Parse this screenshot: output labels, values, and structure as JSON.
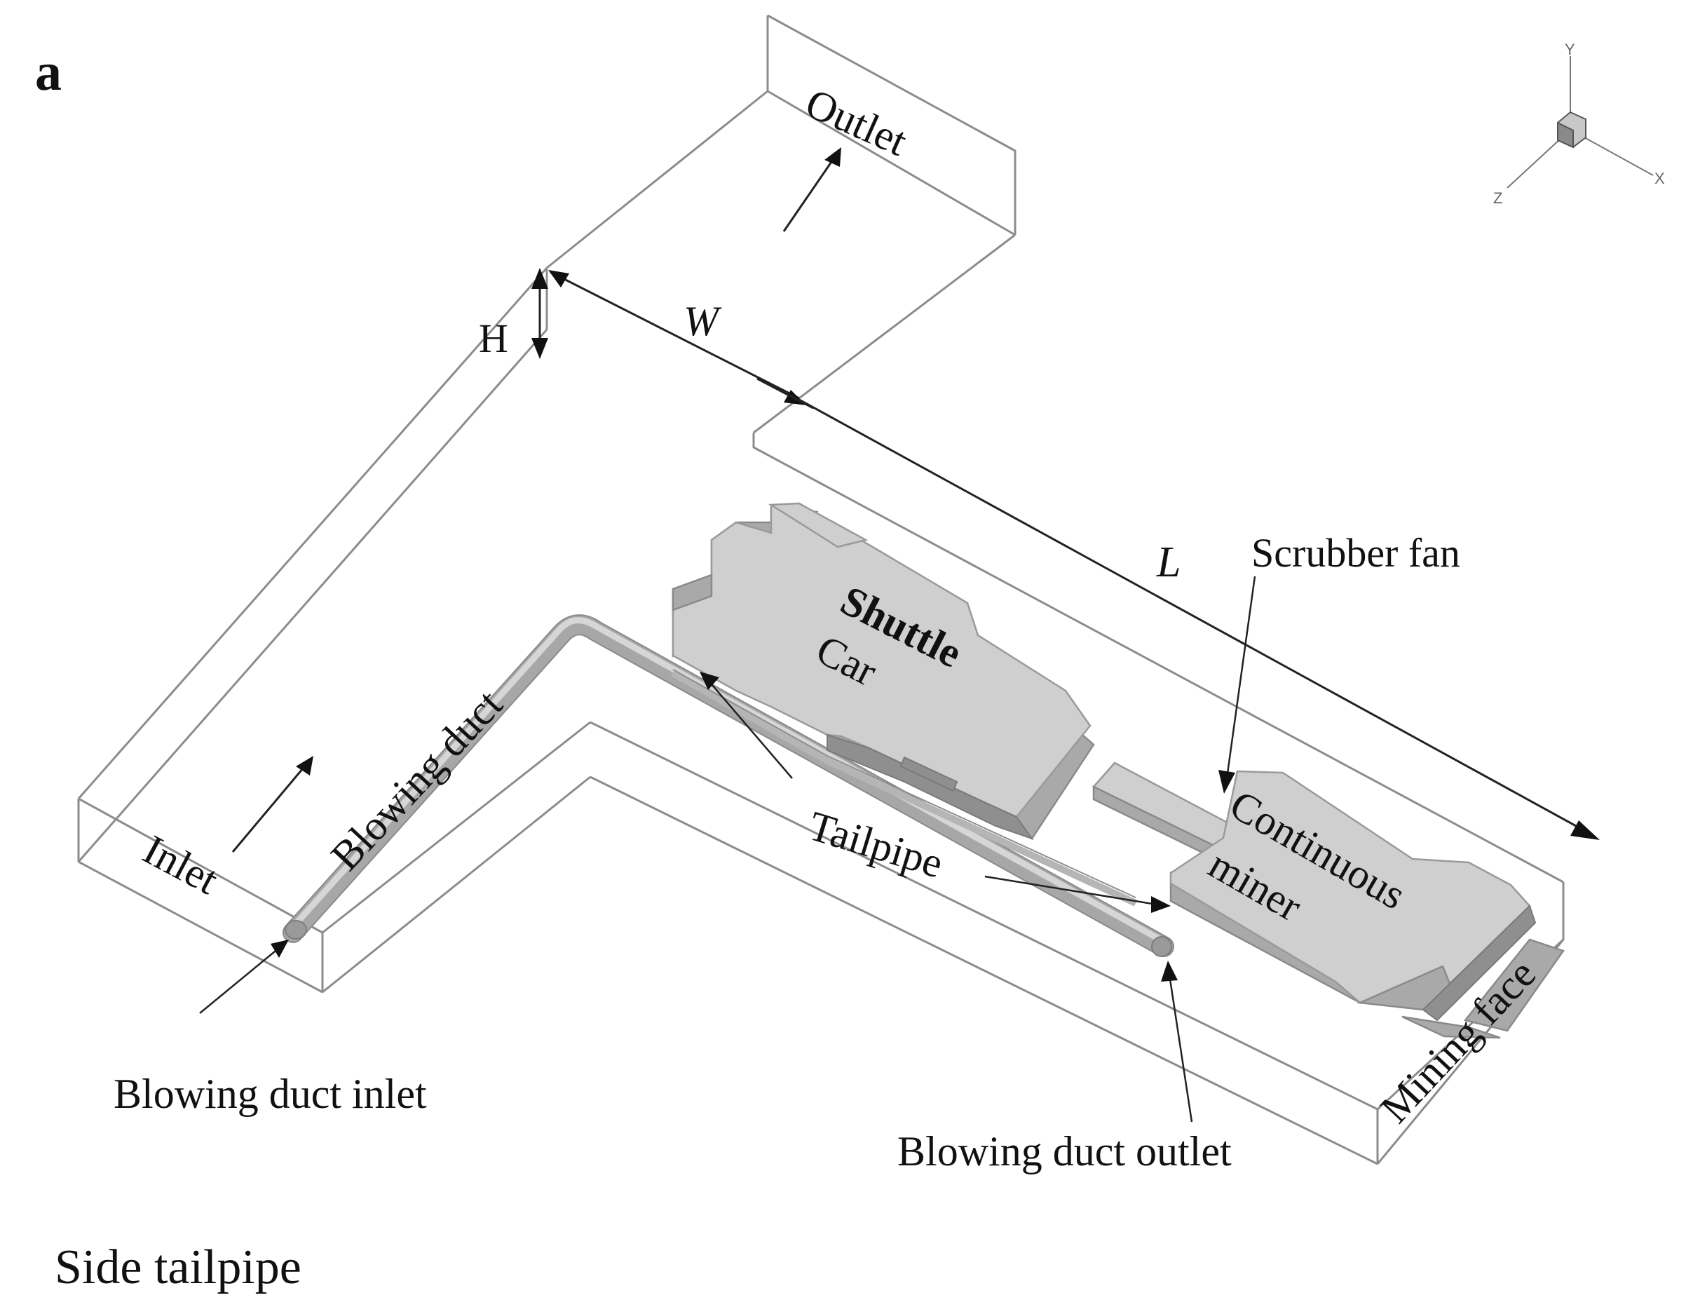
{
  "figure": {
    "panel_letter": "a",
    "caption": "Side tailpipe"
  },
  "labels": {
    "outlet": "Outlet",
    "inlet": "Inlet",
    "height": "H",
    "width": "W",
    "length": "L",
    "shuttle_car_line1": "Shuttle",
    "shuttle_car_line2": "Car",
    "continuous_miner_line1": "Continuous",
    "continuous_miner_line2": "miner",
    "scrubber_fan": "Scrubber fan",
    "blowing_duct": "Blowing duct",
    "tailpipe": "Tailpipe",
    "mining_face": "Mining face",
    "blowing_duct_inlet": "Blowing duct inlet",
    "blowing_duct_outlet": "Blowing duct outlet"
  },
  "axes_triad": {
    "x": "X",
    "y": "Y",
    "z": "Z"
  }
}
